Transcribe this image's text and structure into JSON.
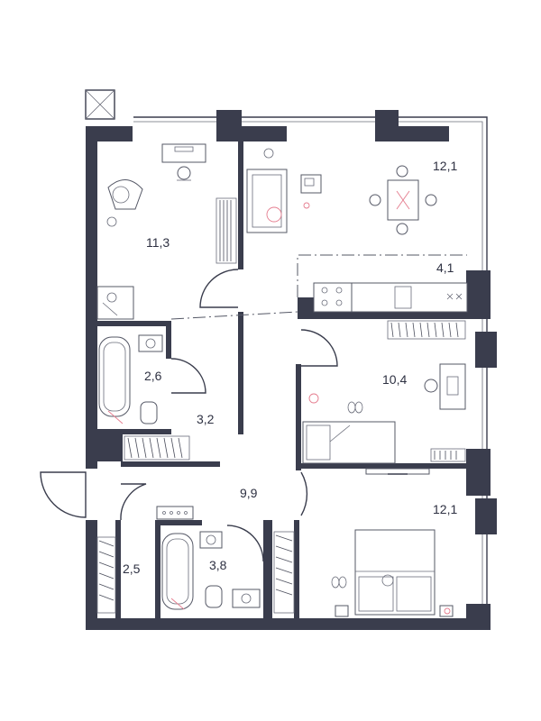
{
  "colors": {
    "wall": "#3a3d4d",
    "line": "#555866",
    "accent": "#e57c8e",
    "background": "#ffffff",
    "text": "#2e3142"
  },
  "rooms": [
    {
      "id": "bedroom-left",
      "area": "11,3"
    },
    {
      "id": "kitchen-living",
      "area": "12,1"
    },
    {
      "id": "kitchen-zone",
      "area": "4,1"
    },
    {
      "id": "bathroom-top",
      "area": "2,6"
    },
    {
      "id": "closet-top",
      "area": "3,2"
    },
    {
      "id": "bedroom-middle",
      "area": "10,4"
    },
    {
      "id": "hallway",
      "area": "9,9"
    },
    {
      "id": "bedroom-bottom",
      "area": "12,1"
    },
    {
      "id": "wardrobe-bottom",
      "area": "2,5"
    },
    {
      "id": "bathroom-bottom",
      "area": "3,8"
    }
  ],
  "icons": {
    "armchair": "armchair-icon",
    "desk": "desk-icon",
    "sofa": "sofa-icon",
    "dining_table": "dining-table-icon",
    "stove": "stove-icon",
    "sink": "sink-icon",
    "bathtub": "bathtub-icon",
    "toilet": "toilet-icon",
    "bed": "bed-icon",
    "wardrobe": "wardrobe-icon"
  }
}
